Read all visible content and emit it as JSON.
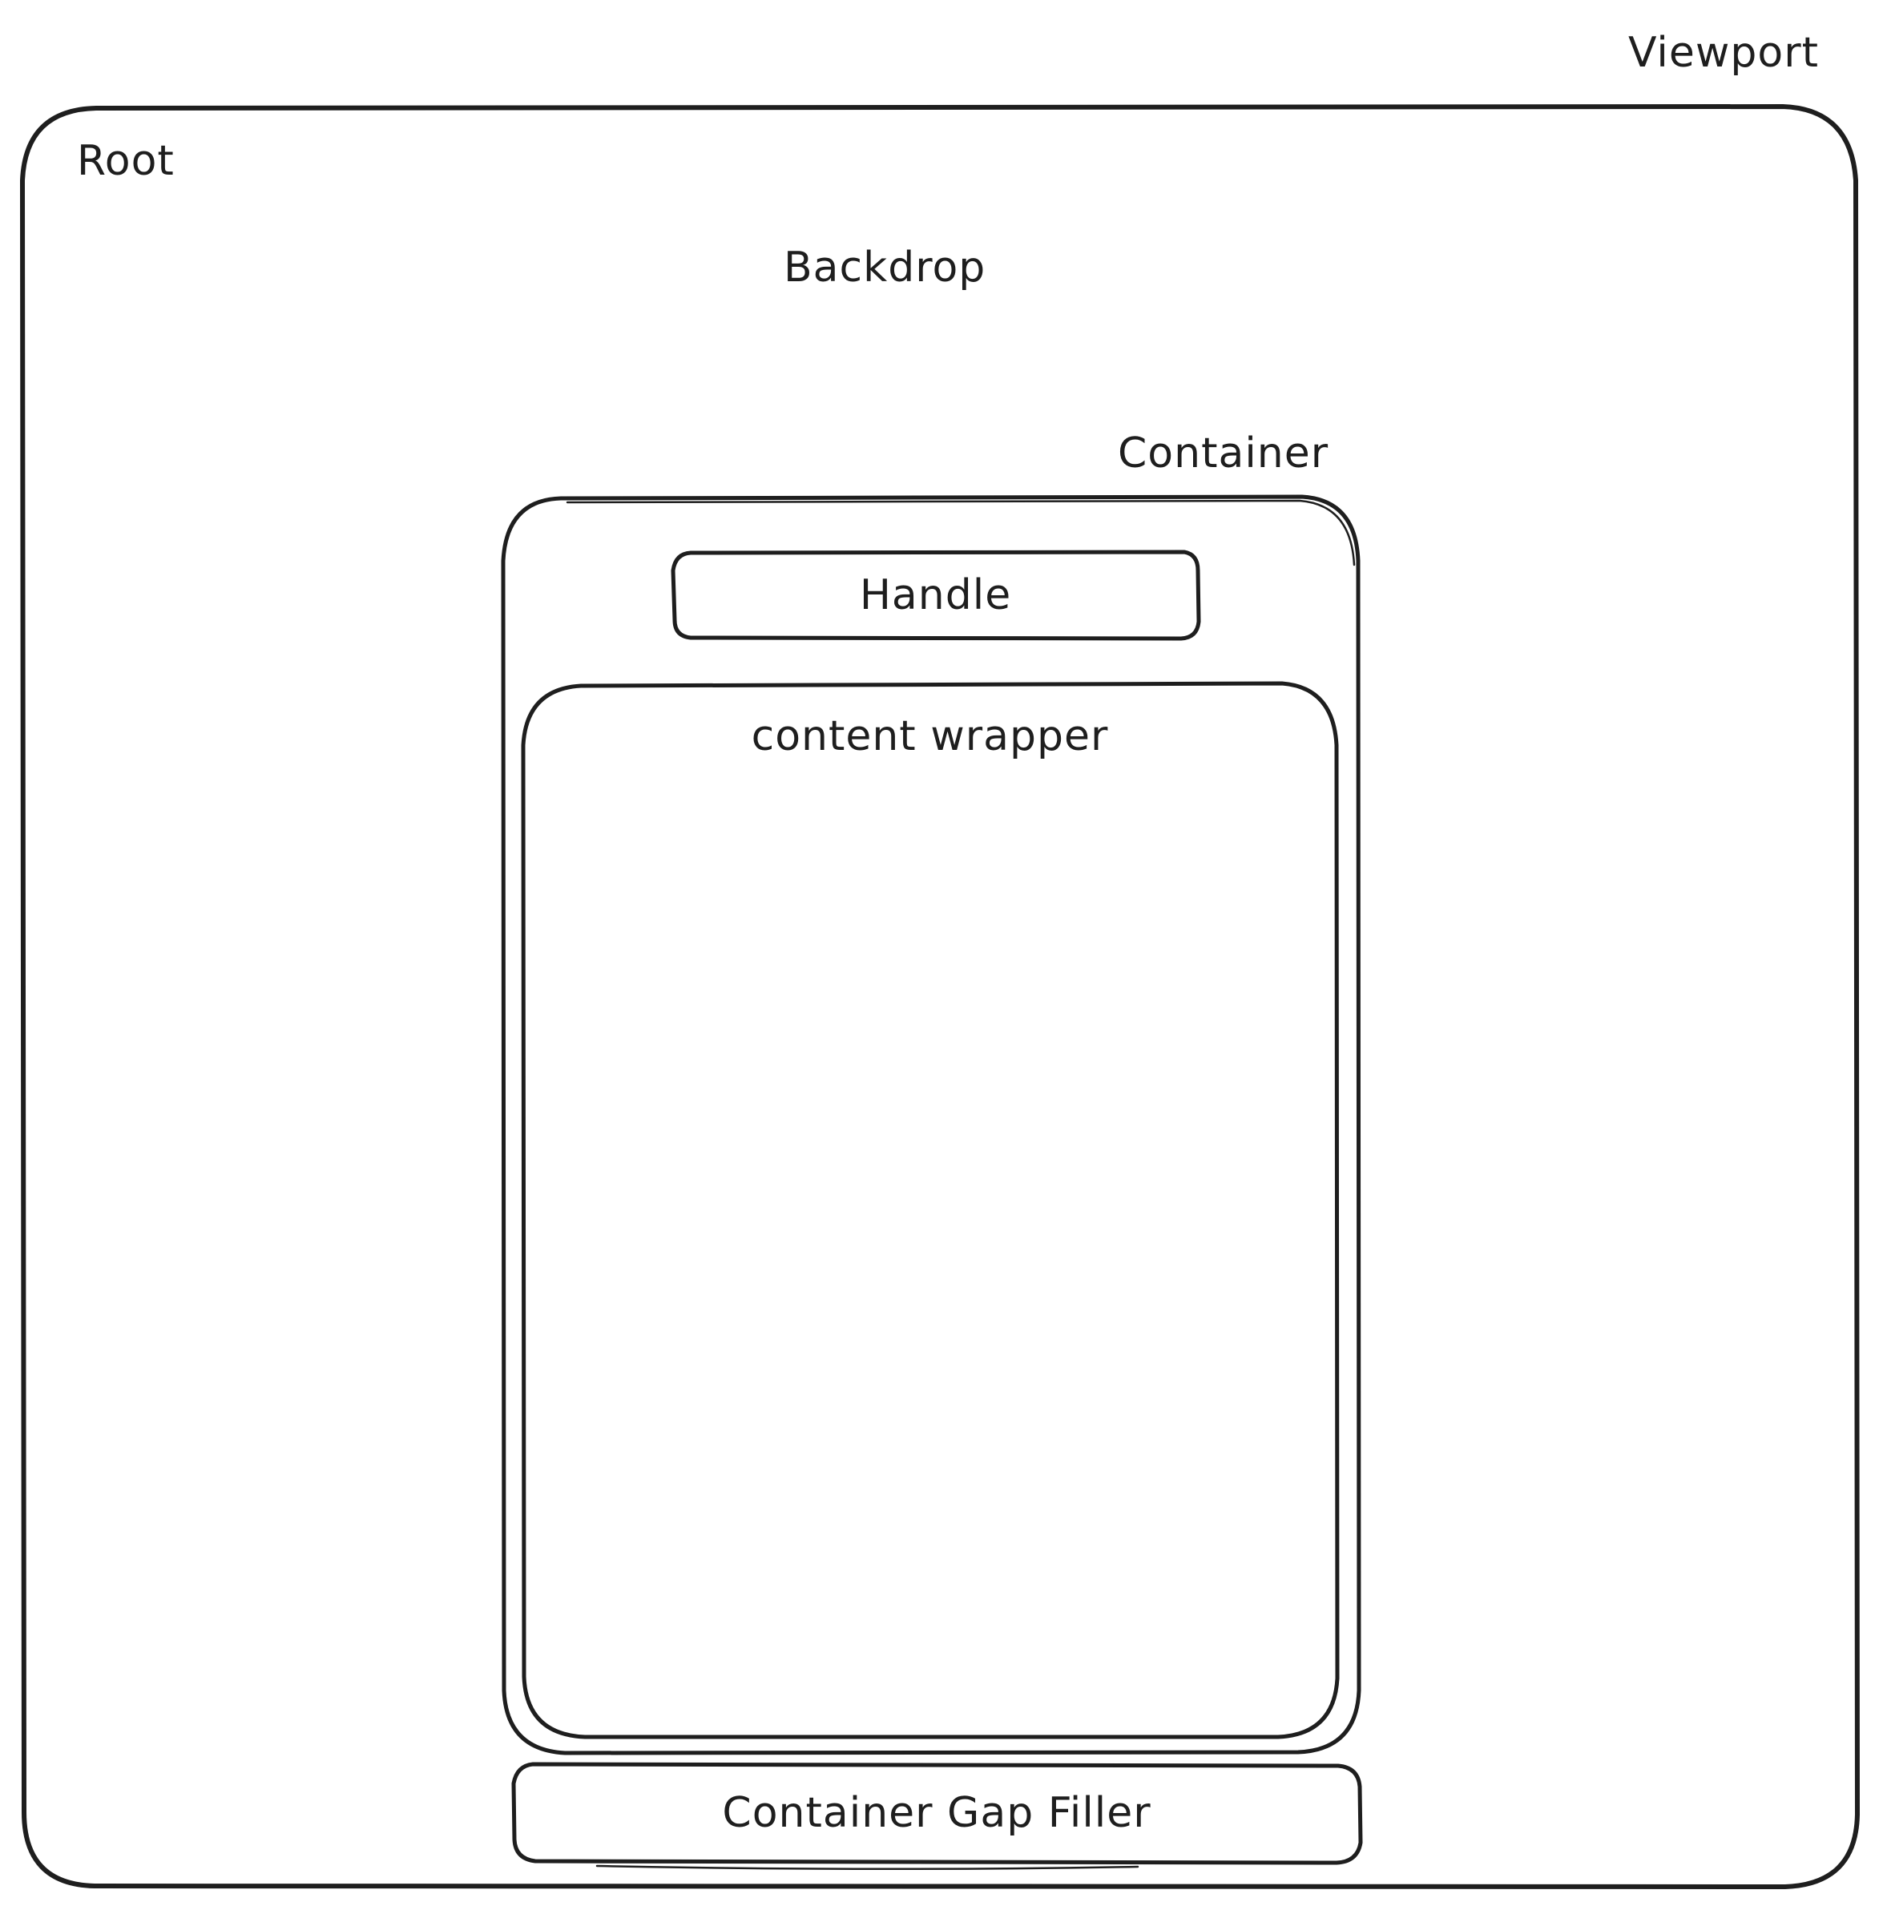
{
  "diagram": {
    "labels": {
      "viewport": "Viewport",
      "root": "Root",
      "backdrop": "Backdrop",
      "container": "Container",
      "handle": "Handle",
      "content_wrapper": "content wrapper",
      "container_gap_filler": "Container Gap Filler"
    },
    "colors": {
      "stroke": "#1e1e1e",
      "background": "#ffffff"
    },
    "nodes": [
      {
        "id": "viewport",
        "label": "Viewport",
        "type": "label-only"
      },
      {
        "id": "root",
        "label": "Root",
        "parent": "viewport",
        "type": "box"
      },
      {
        "id": "backdrop",
        "label": "Backdrop",
        "parent": "root",
        "type": "label-only"
      },
      {
        "id": "container",
        "label": "Container",
        "parent": "root",
        "type": "box"
      },
      {
        "id": "handle",
        "label": "Handle",
        "parent": "container",
        "type": "box"
      },
      {
        "id": "content_wrapper",
        "label": "content wrapper",
        "parent": "container",
        "type": "box"
      },
      {
        "id": "container_gap_filler",
        "label": "Container Gap Filler",
        "parent": "root",
        "type": "box"
      }
    ]
  }
}
